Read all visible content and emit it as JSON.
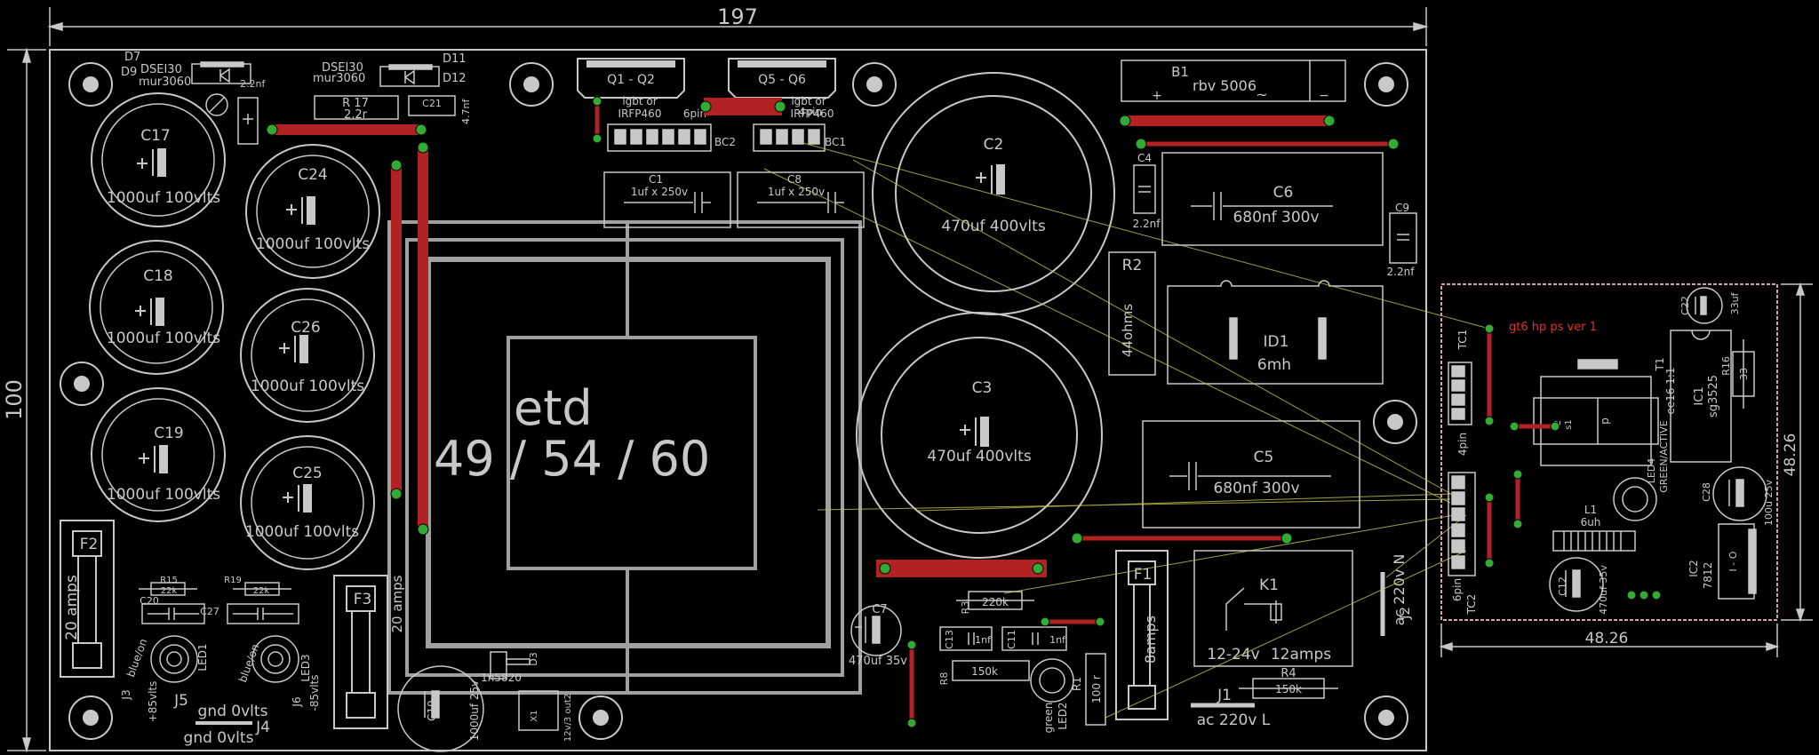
{
  "dimensions": {
    "main_width": "197",
    "main_height": "100",
    "daughter_width": "48.26",
    "daughter_height": "48.26"
  },
  "colors": {
    "background": "#000000",
    "silk": "#c8c8c8",
    "trace": "#b22222",
    "pad": "#33aa33",
    "airwire": "#c8c850",
    "label_red": "#e03030"
  },
  "transformer": {
    "line1": "etd",
    "line2": "49 / 54 / 60"
  },
  "big_caps": [
    {
      "ref": "C2",
      "value": "470uf 400vlts"
    },
    {
      "ref": "C3",
      "value": "470uf 400vlts"
    }
  ],
  "small_caps": [
    {
      "ref": "C17",
      "value": "1000uf 100vlts"
    },
    {
      "ref": "C24",
      "value": "1000uf 100vlts"
    },
    {
      "ref": "C18",
      "value": "1000uf 100vlts"
    },
    {
      "ref": "C26",
      "value": "1000uf 100vlts"
    },
    {
      "ref": "C19",
      "value": "1000uf 100vlts"
    },
    {
      "ref": "C25",
      "value": "1000uf 100vlts"
    }
  ],
  "labels": {
    "d7": "D7",
    "d9": "D9",
    "dsei_left": "DSEI30",
    "mur_left": "mur3060",
    "dsei_right": "DSEI30",
    "mur_right": "mur3060",
    "d11": "D11",
    "d12": "D12",
    "r17": "R 17",
    "r17v": "2.2r",
    "c21": "C21",
    "c21v": "4.7nf",
    "c21b": "2.2nf",
    "q1q2": "Q1 - Q2",
    "q5q6": "Q5 - Q6",
    "igbt1": "igbt or",
    "irfp1": "IRFP460",
    "pin6": "6pin",
    "igbt2": "igbt or",
    "irfp2": "IRFP460",
    "pin4": "4pin",
    "bc2": "BC2",
    "bc1": "BC1",
    "c1": "C1",
    "c1v": "1uf x 250v",
    "c8": "C8",
    "c8v": "1uf x 250v",
    "b1": "B1",
    "b1v": "rbv 5006",
    "plus": "+",
    "minus": "−",
    "tilde": "~",
    "c4": "C4",
    "c4v": "2.2nf",
    "c6": "C6",
    "c6v": "680nf  300v",
    "c9": "C9",
    "c9v": "2.2nf",
    "r2": "R2",
    "r2v": "44ohms",
    "id1": "ID1",
    "id1v": "6mh",
    "c5": "C5",
    "c5v": "680nf  300v",
    "f2": "F2",
    "f2v": "20 amps",
    "f3": "F3",
    "f3v": "20 amps",
    "f1": "F1",
    "f1v": "8amps",
    "r15": "R15",
    "r15v": "22k",
    "r19": "R19",
    "r19v": "22k",
    "c20": "C20",
    "c27": "C27",
    "blue1": "blue/on",
    "led1": "LED1",
    "blue2": "blue/on",
    "led3": "LED3",
    "j3": "J3",
    "j3v": "+85vlts",
    "j5": "J5",
    "j5v": "gnd 0vlts",
    "j4v": "gnd 0vlts",
    "j4": "J4",
    "j6": "J6",
    "j6v": "-85vlts",
    "c10": "C10",
    "c10v": "1000uf 25v",
    "d3": "D3",
    "d3v": "1n5820",
    "x1": "X1",
    "x1v": "12v/3 out2",
    "c7": "C7",
    "c7v": "470uf 35v",
    "r3": "R3",
    "r3v": "220k",
    "c13": "C13",
    "c13v": "1nf",
    "c11": "C11",
    "c11v": "1nf",
    "r8": "R8",
    "r8v": "150k",
    "r1": "R1",
    "r1v": "100 r",
    "led2": "LED2",
    "green": "green",
    "k1": "K1",
    "k1v1": "12-24v",
    "k1v2": "12amps",
    "r4": "R4",
    "r4v": "150k",
    "j1": "J1",
    "j1v": "ac 220v L",
    "j2": "J2",
    "j2v": "ac 220v N",
    "gt6": "gt6  hp  ps  ver 1",
    "tc1": "TC1",
    "tc2": "TC2",
    "pin6b": "6pin",
    "t1": "T1",
    "ee16": "ee16  1:1",
    "t1s": "s1",
    "t1p": "p",
    "t1n": "2",
    "ic1": "IC1",
    "ic1v": "sg3525",
    "r16": "R16",
    "r16v": "33",
    "c22": "C22",
    "c22v": "33uf",
    "led4": "LED4",
    "led4v": "GREEN/ACTIVE",
    "c28": "C28",
    "c28v": "100u 25v",
    "l1": "L1",
    "l1v": "6uh",
    "c12": "C12",
    "c12v": "470uf 35v",
    "ic2": "IC2",
    "ic2v": "7812",
    "ic2pins": "I    -    O"
  }
}
